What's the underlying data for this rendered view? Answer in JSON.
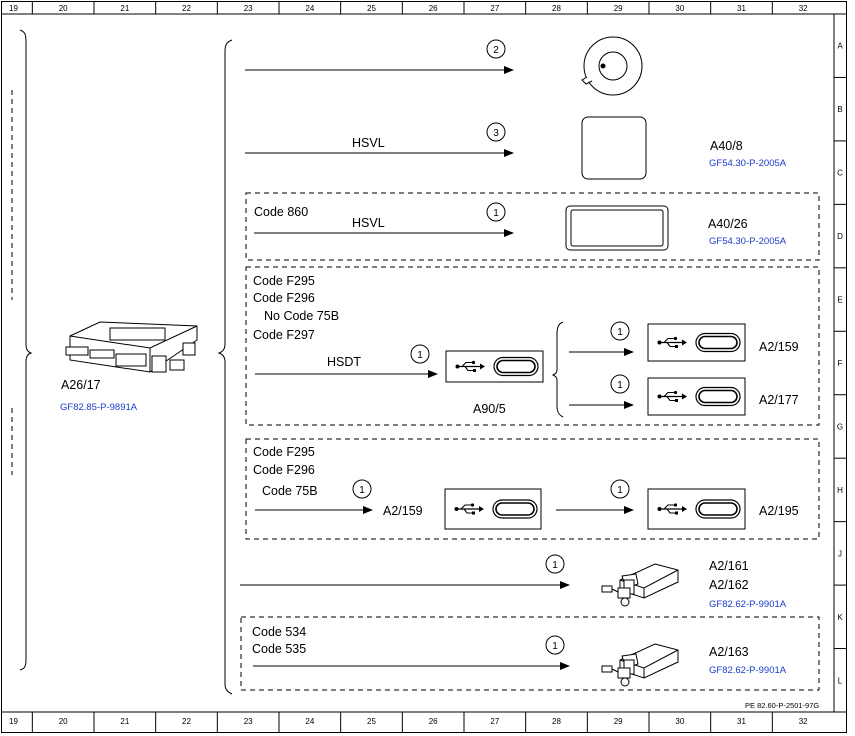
{
  "grid": {
    "columns": [
      "19",
      "20",
      "21",
      "22",
      "23",
      "24",
      "25",
      "26",
      "27",
      "28",
      "29",
      "30",
      "31",
      "32"
    ],
    "rows": [
      "A",
      "B",
      "C",
      "D",
      "E",
      "F",
      "G",
      "H",
      "J",
      "K",
      "L"
    ]
  },
  "footer": {
    "doc_ref": "PE 82.60-P-2501-97G"
  },
  "source": {
    "label": "A26/17",
    "ref": "GF82.85-P-9891A"
  },
  "links": [
    {
      "number": "2",
      "signal": "",
      "target": "",
      "ref": ""
    },
    {
      "number": "3",
      "signal": "HSVL",
      "target": "A40/8",
      "ref": "GF54.30-P-2005A"
    },
    {
      "number": "1",
      "code": "Code 860",
      "signal": "HSVL",
      "target": "A40/26",
      "ref": "GF54.30-P-2005A"
    }
  ],
  "block_hsdt": {
    "codes": [
      "Code F295",
      "Code F296",
      "No Code 75B",
      "Code F297"
    ],
    "signal": "HSDT",
    "number": "1",
    "hub_label": "A90/5",
    "branches": [
      {
        "number": "1",
        "target": "A2/159"
      },
      {
        "number": "1",
        "target": "A2/177"
      }
    ]
  },
  "block_75b": {
    "codes": [
      "Code F295",
      "Code F296",
      "Code 75B"
    ],
    "number_in": "1",
    "mid_label": "A2/159",
    "number_out": "1",
    "target": "A2/195"
  },
  "block_161": {
    "number": "1",
    "targets": [
      "A2/161",
      "A2/162"
    ],
    "ref": "GF82.62-P-9901A"
  },
  "block_163": {
    "codes": [
      "Code 534",
      "Code 535"
    ],
    "number": "1",
    "target": "A2/163",
    "ref": "GF82.62-P-9901A"
  }
}
